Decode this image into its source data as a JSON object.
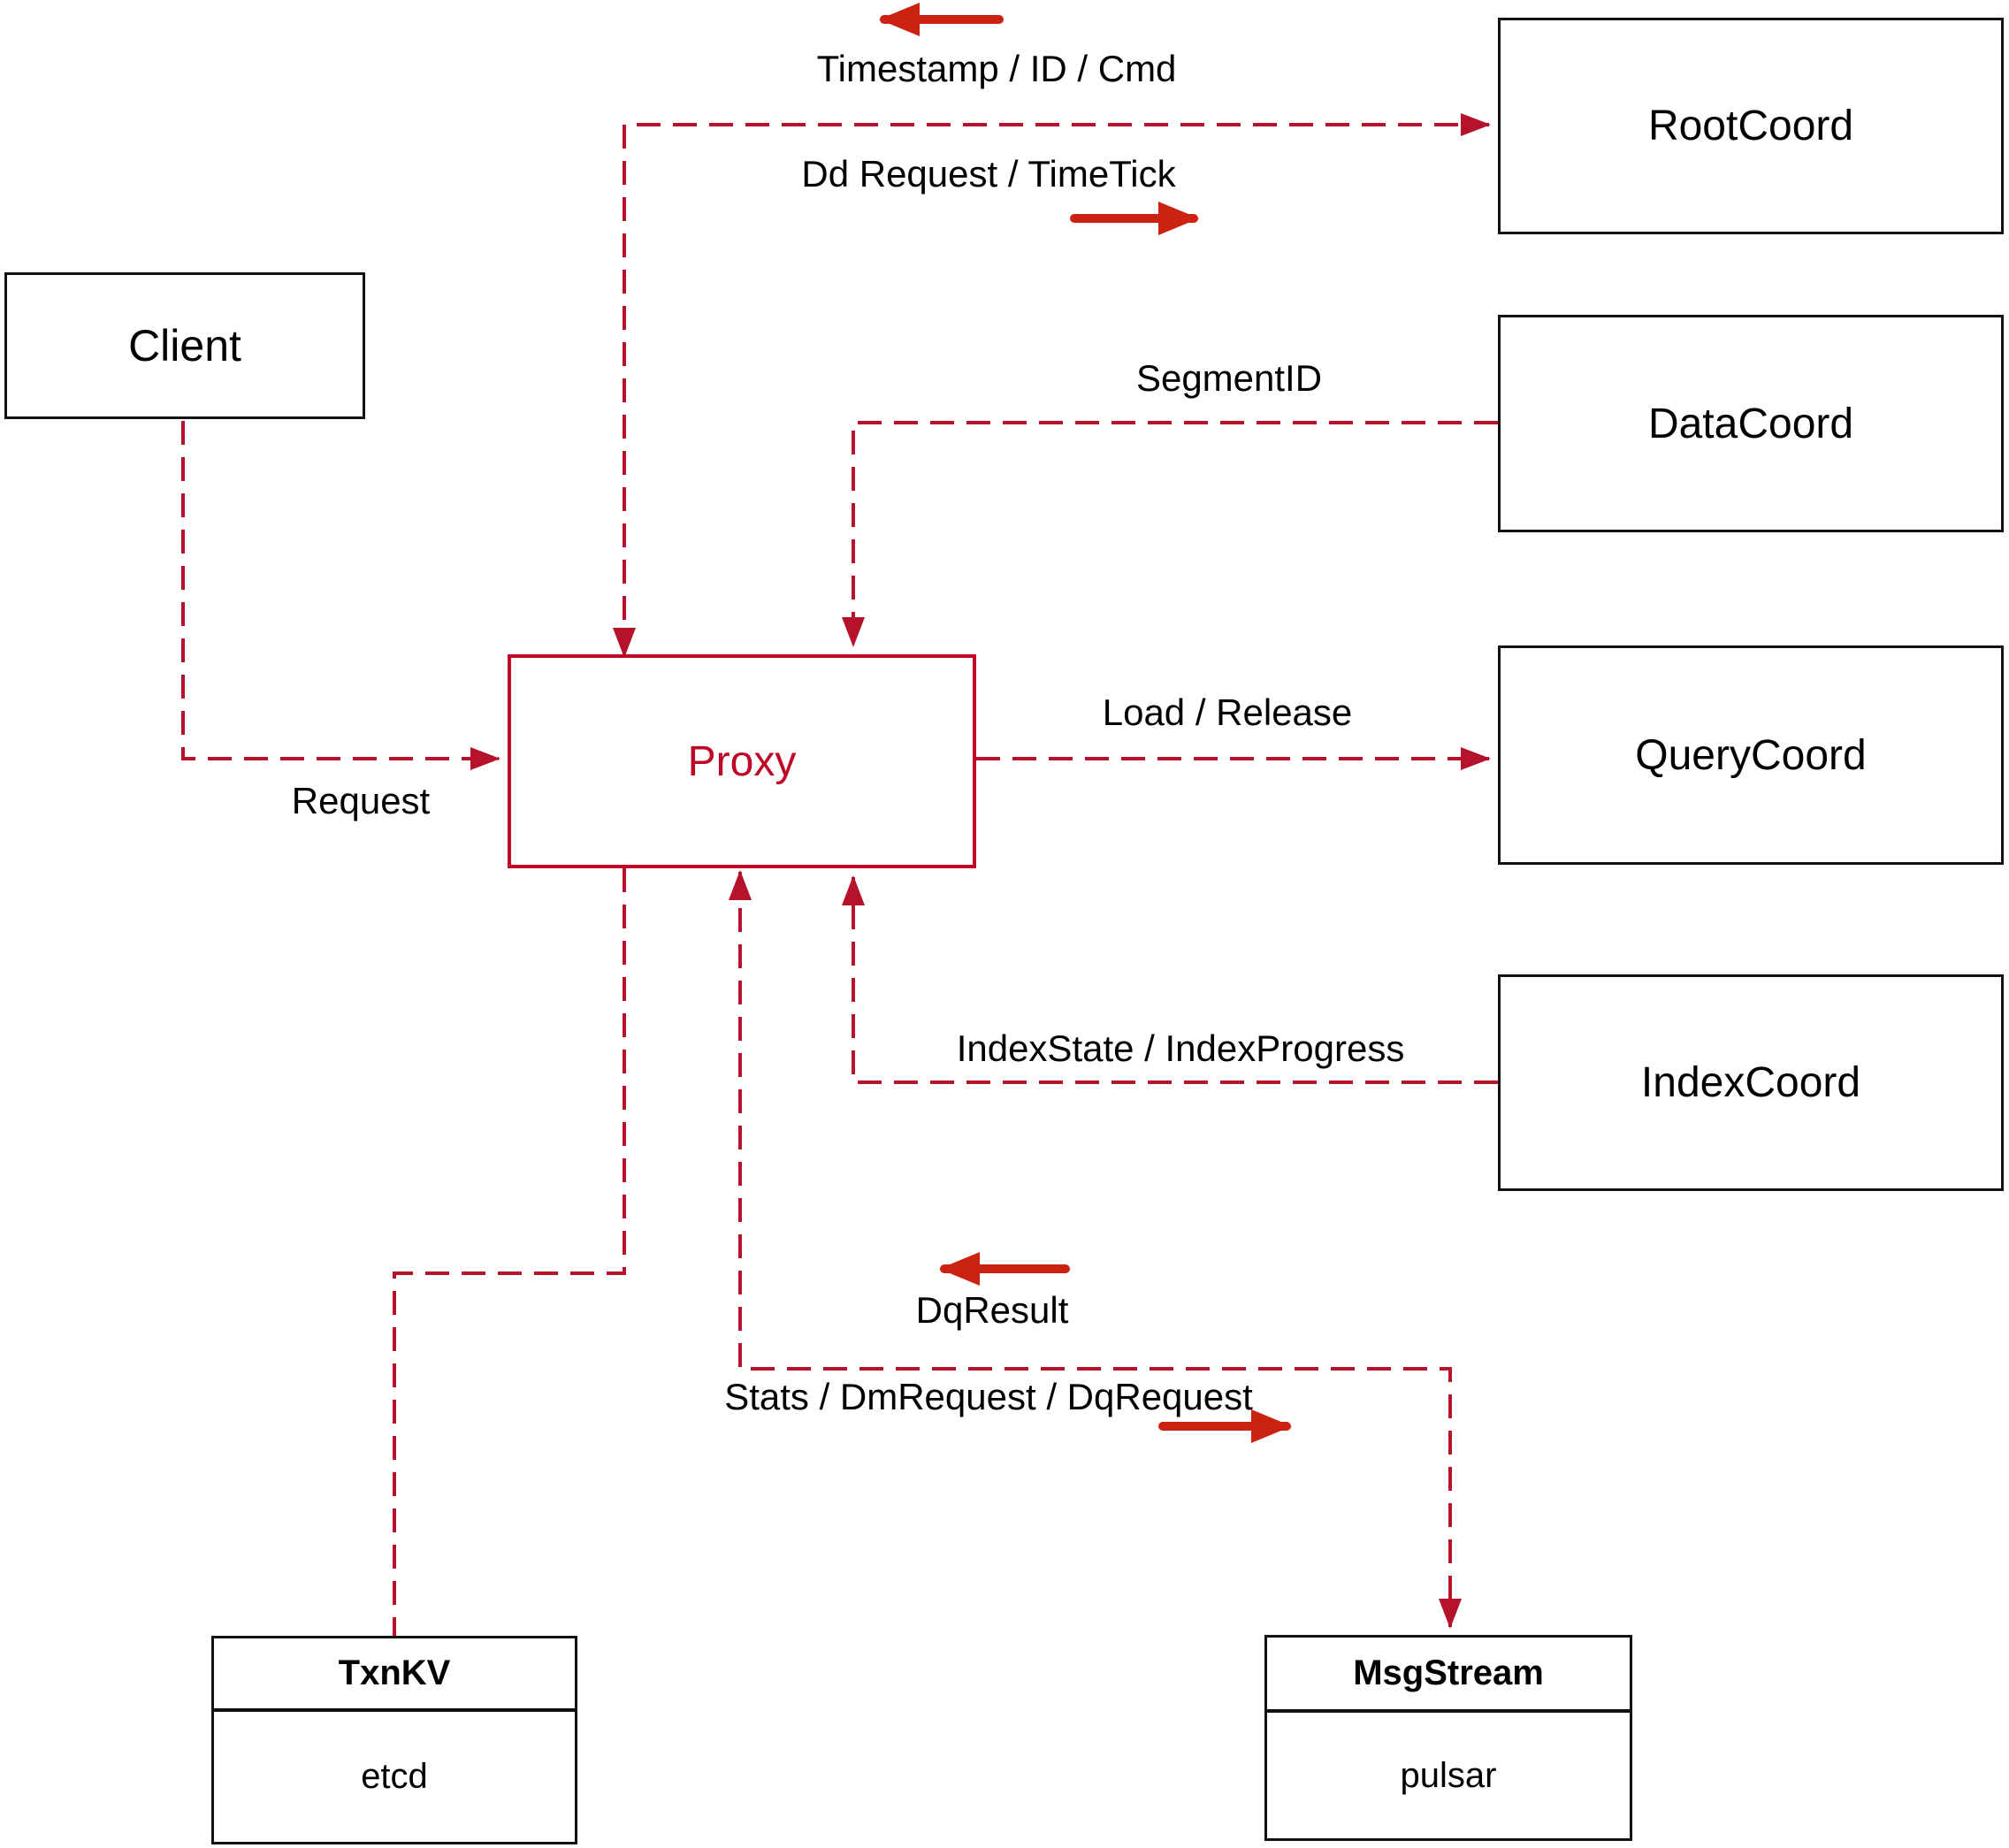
{
  "diagram": {
    "nodes": {
      "client": {
        "label": "Client"
      },
      "proxy": {
        "label": "Proxy"
      },
      "rootcoord": {
        "label": "RootCoord"
      },
      "datacoord": {
        "label": "DataCoord"
      },
      "querycoord": {
        "label": "QueryCoord"
      },
      "indexcoord": {
        "label": "IndexCoord"
      },
      "txnkv": {
        "title": "TxnKV",
        "value": "etcd"
      },
      "msgstream": {
        "title": "MsgStream",
        "value": "pulsar"
      }
    },
    "edge_labels": {
      "timestamp": "Timestamp / ID / Cmd",
      "dd_request": "Dd Request / TimeTick",
      "segment_id": "SegmentID",
      "load_release": "Load / Release",
      "index_state": "IndexState / IndexProgress",
      "dq_result": "DqResult",
      "stats": "Stats / DmRequest / DqRequest",
      "request": "Request"
    },
    "edges": [
      {
        "from": "client",
        "to": "proxy",
        "label": "Request",
        "direction": "to-proxy"
      },
      {
        "from": "proxy",
        "to": "rootcoord",
        "label": "Timestamp / ID / Cmd (back), Dd Request / TimeTick (forward)",
        "direction": "both"
      },
      {
        "from": "datacoord",
        "to": "proxy",
        "label": "SegmentID",
        "direction": "to-proxy"
      },
      {
        "from": "proxy",
        "to": "querycoord",
        "label": "Load / Release",
        "direction": "to-querycoord"
      },
      {
        "from": "indexcoord",
        "to": "proxy",
        "label": "IndexState / IndexProgress",
        "direction": "to-proxy"
      },
      {
        "from": "proxy",
        "to": "msgstream",
        "label": "DqResult (back), Stats / DmRequest / DqRequest (forward)",
        "direction": "both"
      },
      {
        "from": "proxy",
        "to": "txnkv",
        "label": "",
        "direction": "none"
      }
    ],
    "colors": {
      "line": "#b5122b",
      "arrow": "#cc2211",
      "proxy": "#c00626",
      "box_border": "#111111",
      "text": "#000000",
      "background": "#ffffff"
    }
  }
}
